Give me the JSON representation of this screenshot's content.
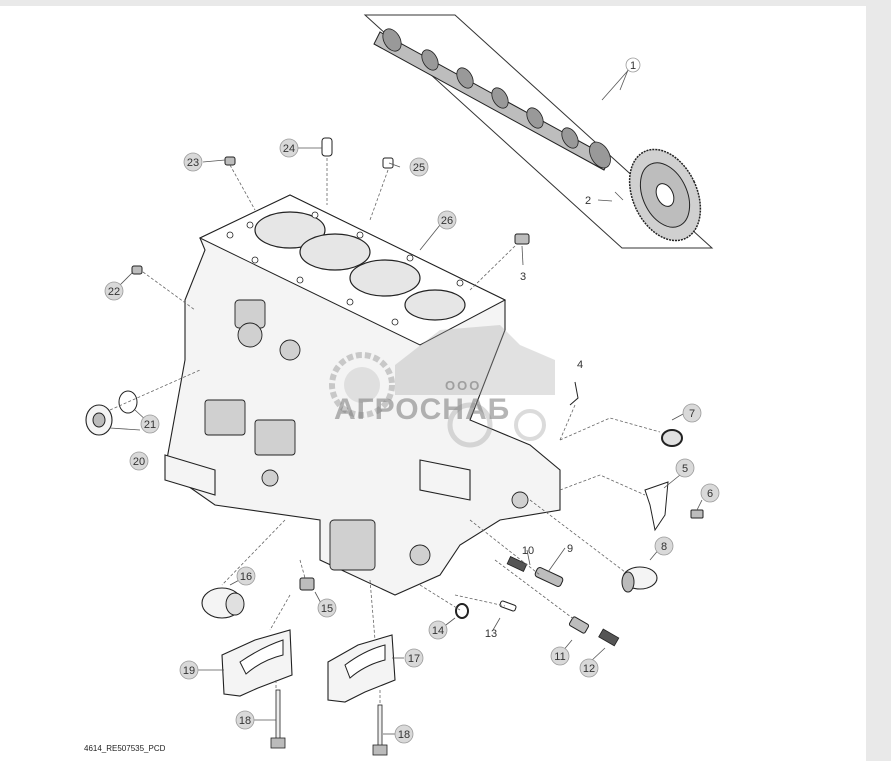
{
  "diagram": {
    "reference_code": "4614_RE507535_PCD",
    "callouts": [
      "1",
      "2",
      "3",
      "4",
      "5",
      "6",
      "7",
      "8",
      "9",
      "10",
      "11",
      "12",
      "13",
      "14",
      "15",
      "16",
      "17",
      "18",
      "18",
      "19",
      "20",
      "21",
      "22",
      "23",
      "24",
      "25",
      "26"
    ]
  },
  "watermark": {
    "prefix": "ООО",
    "brand": "АГРОСНАБ"
  },
  "colors": {
    "background": "#ffffff",
    "page_margin": "#e9e9e9",
    "callout_fill": "#d9d9d9",
    "line": "#222222"
  }
}
